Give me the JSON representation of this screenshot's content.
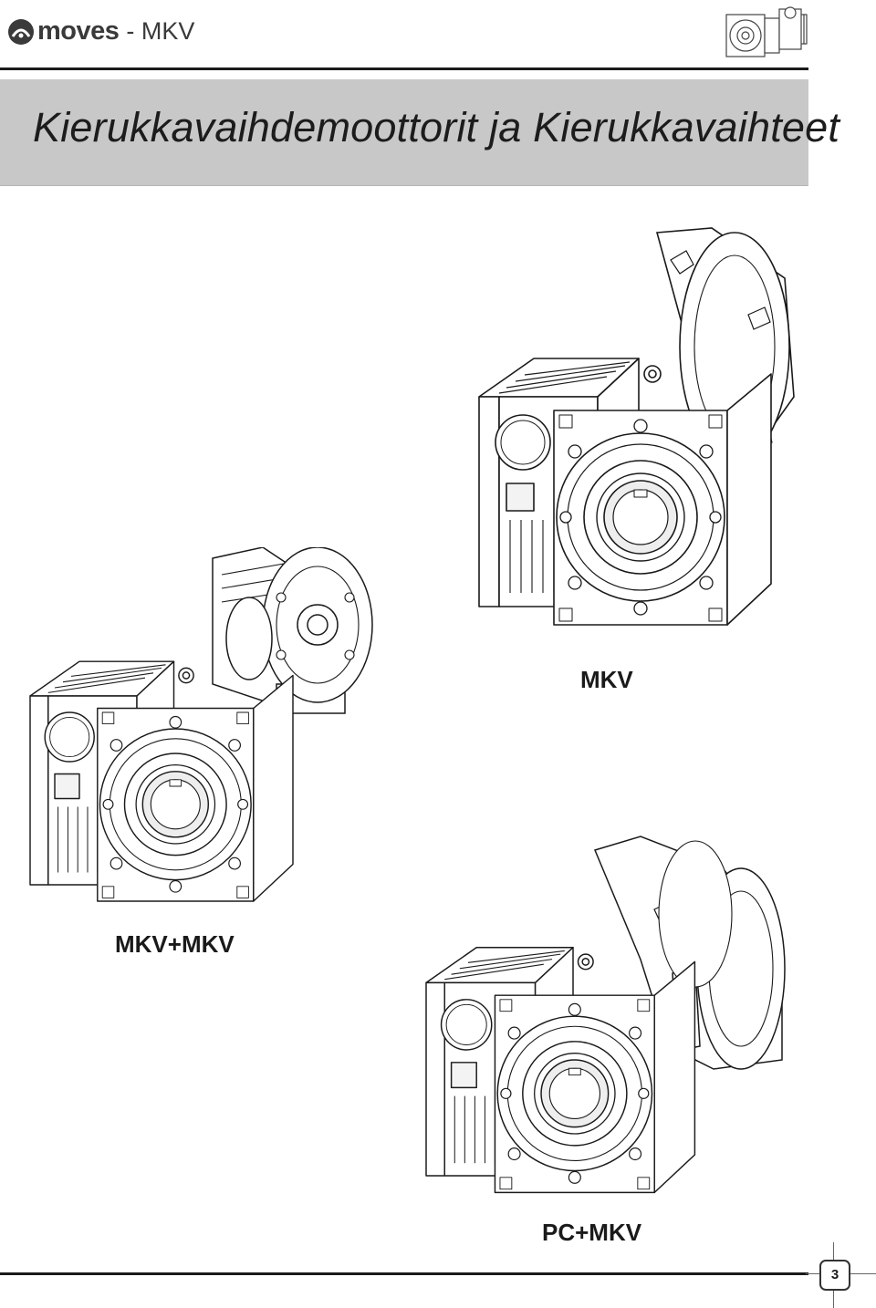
{
  "header": {
    "brand": "moves",
    "suffix": "- MKV"
  },
  "title": "Kierukkavaihdemoottorit ja Kierukkavaihteet",
  "products": [
    {
      "label": "MKV",
      "icon": "worm-gearbox-with-flange"
    },
    {
      "label": "MKV+MKV",
      "icon": "double-worm-gearbox"
    },
    {
      "label": "PC+MKV",
      "icon": "worm-gearbox-with-pre-stage"
    }
  ],
  "footer": {
    "page": "3"
  }
}
